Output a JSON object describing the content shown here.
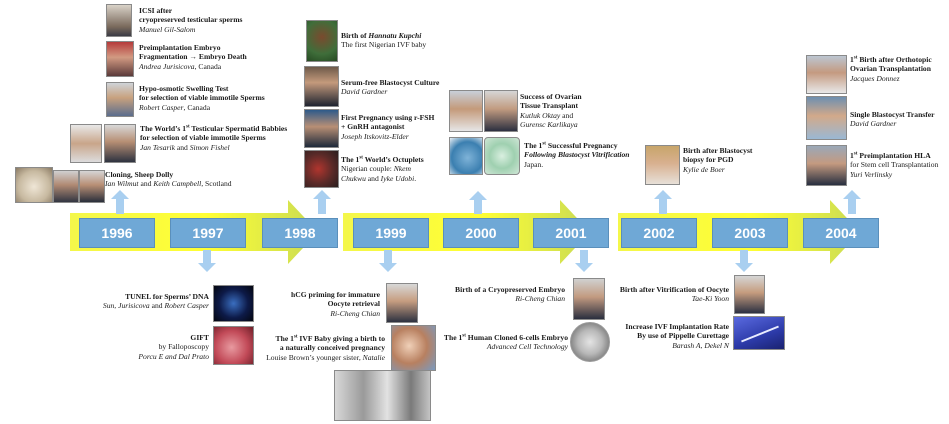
{
  "timeline": {
    "years": [
      "1996",
      "1997",
      "1998",
      "1999",
      "2000",
      "2001",
      "2002",
      "2003",
      "2004"
    ],
    "colors": {
      "year_box": "#6fa8d6",
      "arrow_yellow": "#ffff33",
      "arrow_green": "#c8dc5a",
      "connector": "#a9cff0"
    }
  },
  "events": {
    "icsi": {
      "title1": "ICSI after",
      "title2": "cryopreserved testicular sperms",
      "author": "Manuel Gil-Salom"
    },
    "pgd": {
      "title1": "Preimplantation Embryo",
      "title2": "Fragmentation → Embryo Death",
      "author": "Andrea Jurisicova",
      "place": ", Canada"
    },
    "host": {
      "title1": "Hypo-osmotic Swelling Test",
      "title2": "for selection of viable immotile Sperms",
      "author": "Robert Casper",
      "place": ", Canada"
    },
    "spermatid": {
      "pre": "The World’s 1",
      "sup": "st",
      "post": " Testicular Spermatid Babbies",
      "title2": "for selection of viable immotile Sperms",
      "author1": "Jan Tesarik",
      "and": " and ",
      "author2": "Simon Fishel"
    },
    "dolly": {
      "title": "Cloning, Sheep Dolly",
      "author1": "Ian Wilmut",
      "and": " and ",
      "author2": "Keith Campbell",
      "place": ", Scotland"
    },
    "hannatu": {
      "pre": "Birth of ",
      "name": "Hannatu Kupchi",
      "line2": "The first Nigerian IVF baby"
    },
    "serum": {
      "title": "Serum-free Blastocyst Culture",
      "author": "David Gardner"
    },
    "rfsh": {
      "title1": "First Pregnancy using r-FSH",
      "title2": "+ GnRH antagonist",
      "author": "Joseph Itskovitz-Elder"
    },
    "octuplets": {
      "pre": "The 1",
      "sup": "st",
      "post": " World’s Octuplets",
      "line2": "Nigerian couple: ",
      "name1": "Nkem",
      "line3a": "Chukwu",
      "and": " and ",
      "line3b": "Iyke Udobi",
      "end": "."
    },
    "ovarian": {
      "title1": "Success of Ovarian",
      "title2": "Tissue Transplant",
      "author1": "Kutluk Oktay",
      "and": " and",
      "author2": "Gurensc Karlikaya"
    },
    "vitrif": {
      "pre": "The 1",
      "sup": "st",
      "post": " Successful Pregnancy",
      "line2": "Following Blastocyst Vitrification",
      "place": "Japan."
    },
    "biopsy": {
      "title1": "Birth after Blastocyst",
      "title2": "biopsy for PGD",
      "author": "Kylie de Boer"
    },
    "orthotopic": {
      "pre": "1",
      "sup": "st",
      "post": " Birth after Orthotopic",
      "title2": "Ovarian Transplantation",
      "author": "Jacques Donnez"
    },
    "single": {
      "title": "Single Blastocyst Transfer",
      "author": "David Gardner"
    },
    "hla": {
      "pre": "1",
      "sup": "st",
      "post": " Preimplantation HLA",
      "line2": "for Stem cell Transplantation",
      "author": "Yuri Verlinsky"
    },
    "tunel": {
      "title": "TUNEL for Sperms’ DNA",
      "author1": "Sun, Jurisicova",
      "and": " and ",
      "author2": "Robert Casper"
    },
    "gift": {
      "title": "GIFT",
      "line2": "by Falloposcopy",
      "author": "Porcu E and Dal Prato"
    },
    "hcg": {
      "title1": "hCG priming for immature",
      "title2": "Oocyte retrieval",
      "author": "Ri-Cheng Chian"
    },
    "natural": {
      "pre": "The 1",
      "sup": "st",
      "post": " IVF Baby giving a birth to",
      "title2": "a naturally conceived pregnancy",
      "line3": "Louise Brown’s younger sister, ",
      "name": "Natalie"
    },
    "cryoembryo": {
      "title": "Birth of a Cryopreserved Embryo",
      "author": "Ri-Cheng Chian"
    },
    "cloned": {
      "pre": "The 1",
      "sup": "st",
      "post": " Human Cloned 6-cells Embryo",
      "author": "Advanced Cell Technology"
    },
    "oocyte": {
      "title": "Birth after Vitrification of Oocyte",
      "author": "Tae-Ki Yoon"
    },
    "pipette": {
      "title1": "Increase IVF Implantation Rate",
      "title2": "By use of Pippelle Curettage",
      "author": "Barash A, Dekel N"
    }
  }
}
